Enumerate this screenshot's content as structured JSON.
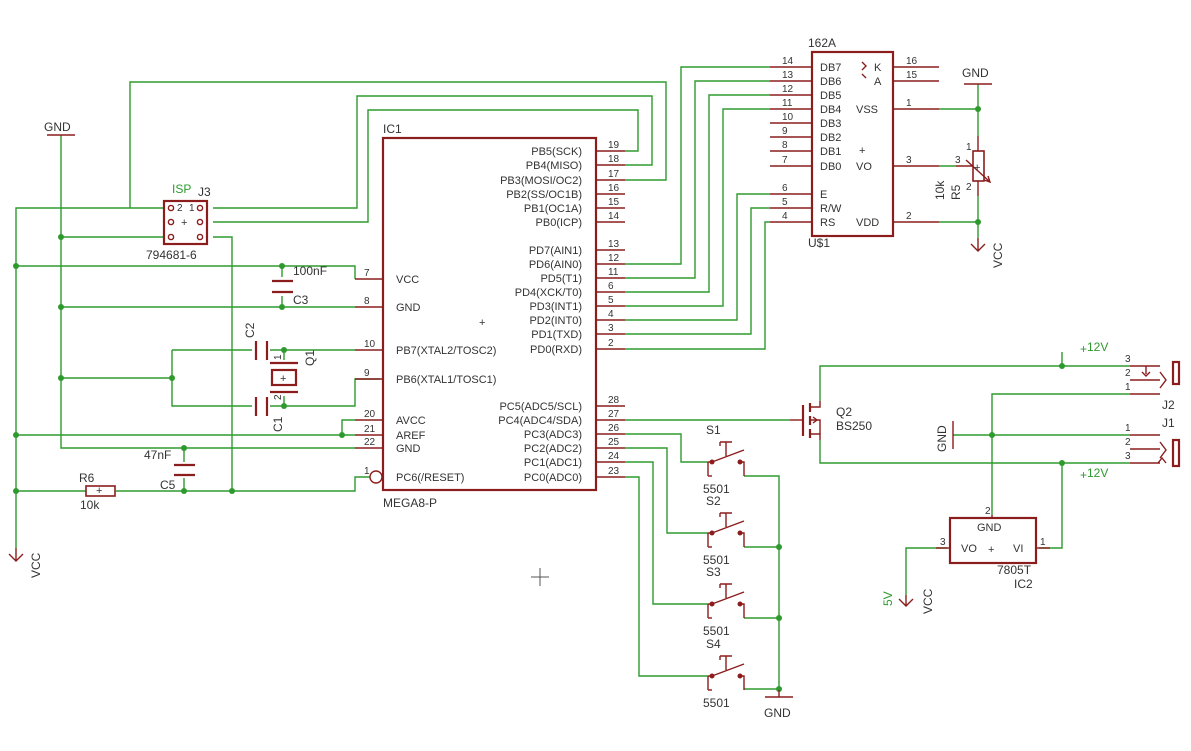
{
  "parts": {
    "ic1": {
      "name": "IC1",
      "value": "MEGA8-P",
      "right_pins": [
        {
          "num": "19",
          "label": "PB5(SCK)"
        },
        {
          "num": "18",
          "label": "PB4(MISO)"
        },
        {
          "num": "17",
          "label": "PB3(MOSI/OC2)"
        },
        {
          "num": "16",
          "label": "PB2(SS/OC1B)"
        },
        {
          "num": "15",
          "label": "PB1(OC1A)"
        },
        {
          "num": "14",
          "label": "PB0(ICP)"
        },
        {
          "num": "13",
          "label": "PD7(AIN1)"
        },
        {
          "num": "12",
          "label": "PD6(AIN0)"
        },
        {
          "num": "11",
          "label": "PD5(T1)"
        },
        {
          "num": "6",
          "label": "PD4(XCK/T0)"
        },
        {
          "num": "5",
          "label": "PD3(INT1)"
        },
        {
          "num": "4",
          "label": "PD2(INT0)"
        },
        {
          "num": "3",
          "label": "PD1(TXD)"
        },
        {
          "num": "2",
          "label": "PD0(RXD)"
        },
        {
          "num": "28",
          "label": "PC5(ADC5/SCL)"
        },
        {
          "num": "27",
          "label": "PC4(ADC4/SDA)"
        },
        {
          "num": "26",
          "label": "PC3(ADC3)"
        },
        {
          "num": "25",
          "label": "PC2(ADC2)"
        },
        {
          "num": "24",
          "label": "PC1(ADC1)"
        },
        {
          "num": "23",
          "label": "PC0(ADC0)"
        }
      ],
      "left_pins": [
        {
          "num": "7",
          "label": "VCC"
        },
        {
          "num": "8",
          "label": "GND"
        },
        {
          "num": "10",
          "label": "PB7(XTAL2/TOSC2)"
        },
        {
          "num": "9",
          "label": "PB6(XTAL1/TOSC1)"
        },
        {
          "num": "20",
          "label": "AVCC"
        },
        {
          "num": "21",
          "label": "AREF"
        },
        {
          "num": "22",
          "label": "GND"
        },
        {
          "num": "1",
          "label": "PC6(/RESET)"
        }
      ]
    },
    "lcd": {
      "name": "162A",
      "value": "U$1",
      "left_pins": [
        {
          "num": "14",
          "label": "DB7"
        },
        {
          "num": "13",
          "label": "DB6"
        },
        {
          "num": "12",
          "label": "DB5"
        },
        {
          "num": "11",
          "label": "DB4"
        },
        {
          "num": "10",
          "label": "DB3"
        },
        {
          "num": "9",
          "label": "DB2"
        },
        {
          "num": "8",
          "label": "DB1"
        },
        {
          "num": "7",
          "label": "DB0"
        },
        {
          "num": "6",
          "label": "E"
        },
        {
          "num": "5",
          "label": "R/W"
        },
        {
          "num": "4",
          "label": "RS"
        }
      ],
      "right_pins": [
        {
          "num": "16",
          "label": "K"
        },
        {
          "num": "15",
          "label": "A"
        },
        {
          "num": "1",
          "label": "VSS"
        },
        {
          "num": "3",
          "label": "VO"
        },
        {
          "num": "2",
          "label": "VDD"
        }
      ]
    },
    "isp": {
      "name": "J3",
      "net": "ISP",
      "value": "794681-6",
      "pin_marks": [
        "2",
        "1"
      ]
    },
    "c3": {
      "name": "C3",
      "value": "100nF"
    },
    "c2": {
      "name": "C2"
    },
    "c1": {
      "name": "C1"
    },
    "q1": {
      "name": "Q1",
      "pins": [
        "1",
        "2"
      ]
    },
    "c5": {
      "name": "C5",
      "value": "47nF"
    },
    "r6": {
      "name": "R6",
      "value": "10k"
    },
    "r5": {
      "name": "R5",
      "value": "10k",
      "pins": [
        "1",
        "2",
        "3"
      ]
    },
    "q2": {
      "name": "Q2",
      "value": "BS250"
    },
    "ic2": {
      "name": "IC2",
      "value": "7805T",
      "labels": [
        "GND",
        "VO",
        "VI"
      ],
      "pins": [
        "2",
        "3",
        "1"
      ]
    },
    "switches": [
      {
        "name": "S1",
        "value": "5501"
      },
      {
        "name": "S2",
        "value": "5501"
      },
      {
        "name": "S3",
        "value": "5501"
      },
      {
        "name": "S4",
        "value": "5501"
      }
    ],
    "j2": {
      "name": "J2",
      "net": "12V",
      "pins": [
        "3",
        "2",
        "1"
      ]
    },
    "j1": {
      "name": "J1",
      "net": "12V",
      "pins": [
        "1",
        "2",
        "3"
      ]
    }
  },
  "supplies": {
    "gnd": "GND",
    "vcc": "VCC",
    "v5": "5V",
    "v12": "12V"
  },
  "colors": {
    "wire": "#2e9a2e",
    "part": "#8b1d1d",
    "text": "#333333",
    "background": "#ffffff"
  }
}
